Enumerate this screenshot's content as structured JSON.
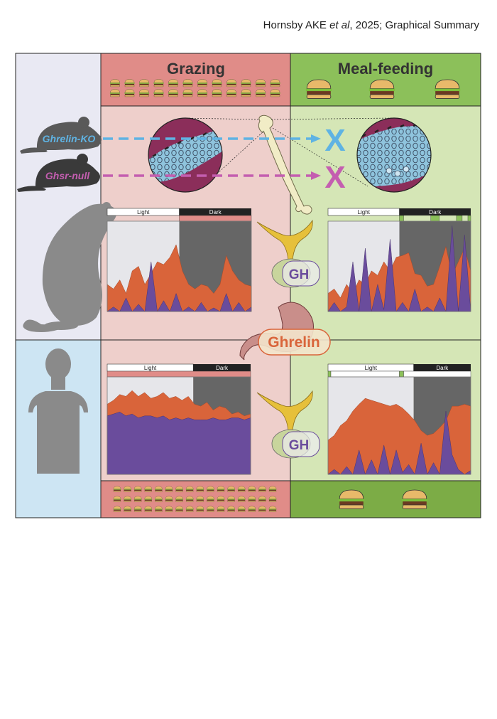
{
  "citation": {
    "authors": "Hornsby AKE ",
    "etal": "et al",
    "rest": ", 2025; Graphical Summary"
  },
  "columns": {
    "grazing": "Grazing",
    "meal_feeding": "Meal-feeding"
  },
  "models": {
    "ghrelin_ko": "Ghrelin-KO",
    "ghsr_null": "Ghsr-null"
  },
  "outcome_mark": "X",
  "hormones": {
    "gh": "GH",
    "ghrelin": "Ghrelin"
  },
  "phases": {
    "light": "Light",
    "dark": "Dark"
  },
  "colors": {
    "grazing_header": "#e08c88",
    "meal_header": "#8cc05a",
    "grazing_bg": "#eecfcb",
    "meal_bg": "#d5e6b6",
    "ghrelin_orange": "#d9643a",
    "gh_purple": "#6a4c9c",
    "ko_blue": "#5fb3e3",
    "ghsr_pink": "#c45eb0",
    "silhouette": "#8a8a8a",
    "human_bg": "#cde5f3",
    "rodent_bg": "#e9e9f3"
  },
  "icons": [
    "rat-icon",
    "mouse-icon",
    "human-icon",
    "burger-icon",
    "bone-icon",
    "stomach-icon",
    "pituitary-icon"
  ]
}
